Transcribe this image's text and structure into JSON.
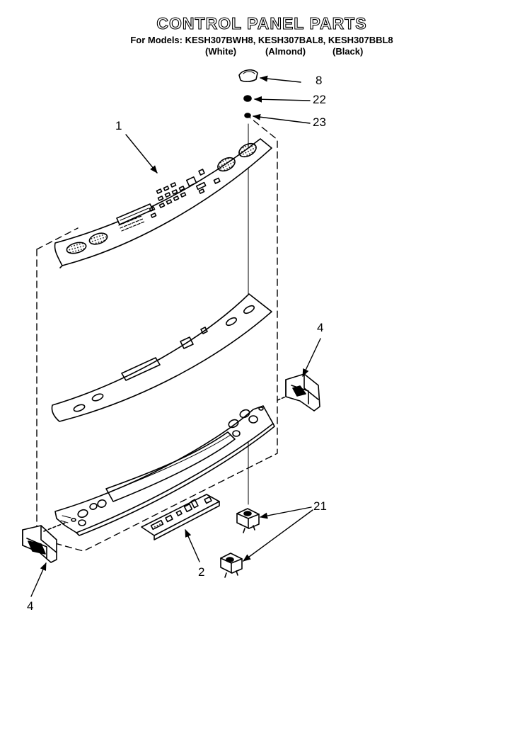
{
  "header": {
    "title": "CONTROL PANEL PARTS",
    "models": "For Models: KESH307BWH8, KESH307BAL8, KESH307BBL8",
    "colors": {
      "white": "(White)",
      "almond": "(Almond)",
      "black": "(Black)"
    }
  },
  "callouts": {
    "c8": "8",
    "c22": "22",
    "c23": "23",
    "c1": "1",
    "c4_right": "4",
    "c4_left": "4",
    "c21": "21",
    "c2": "2"
  }
}
